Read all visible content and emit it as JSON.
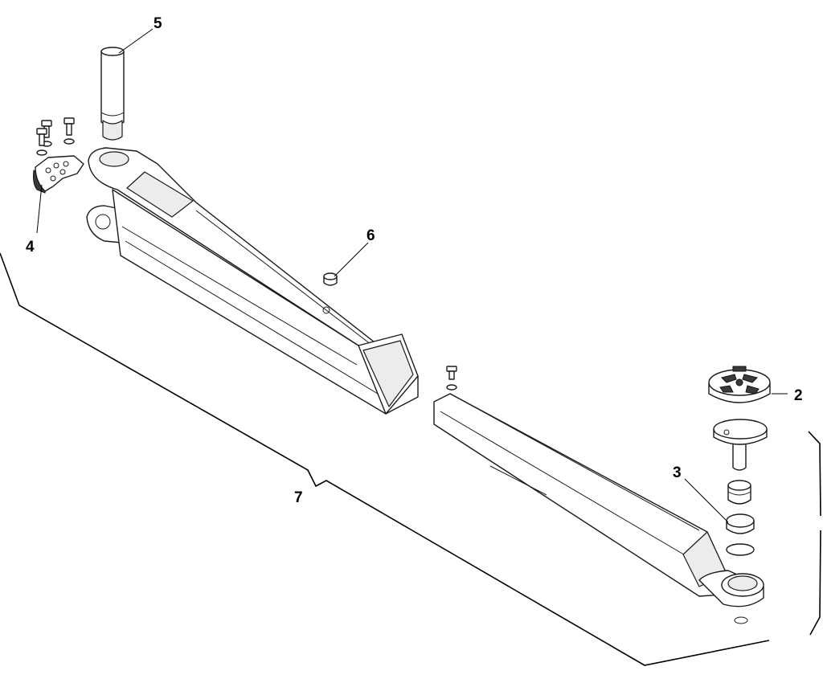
{
  "callouts": [
    {
      "id": "2",
      "label": "2"
    },
    {
      "id": "3",
      "label": "3"
    },
    {
      "id": "4",
      "label": "4"
    },
    {
      "id": "5",
      "label": "5"
    },
    {
      "id": "6",
      "label": "6"
    },
    {
      "id": "7",
      "label": "7"
    }
  ],
  "colors": {
    "line": "#1a1a1a",
    "shade": "#ececec",
    "background": "#ffffff"
  }
}
